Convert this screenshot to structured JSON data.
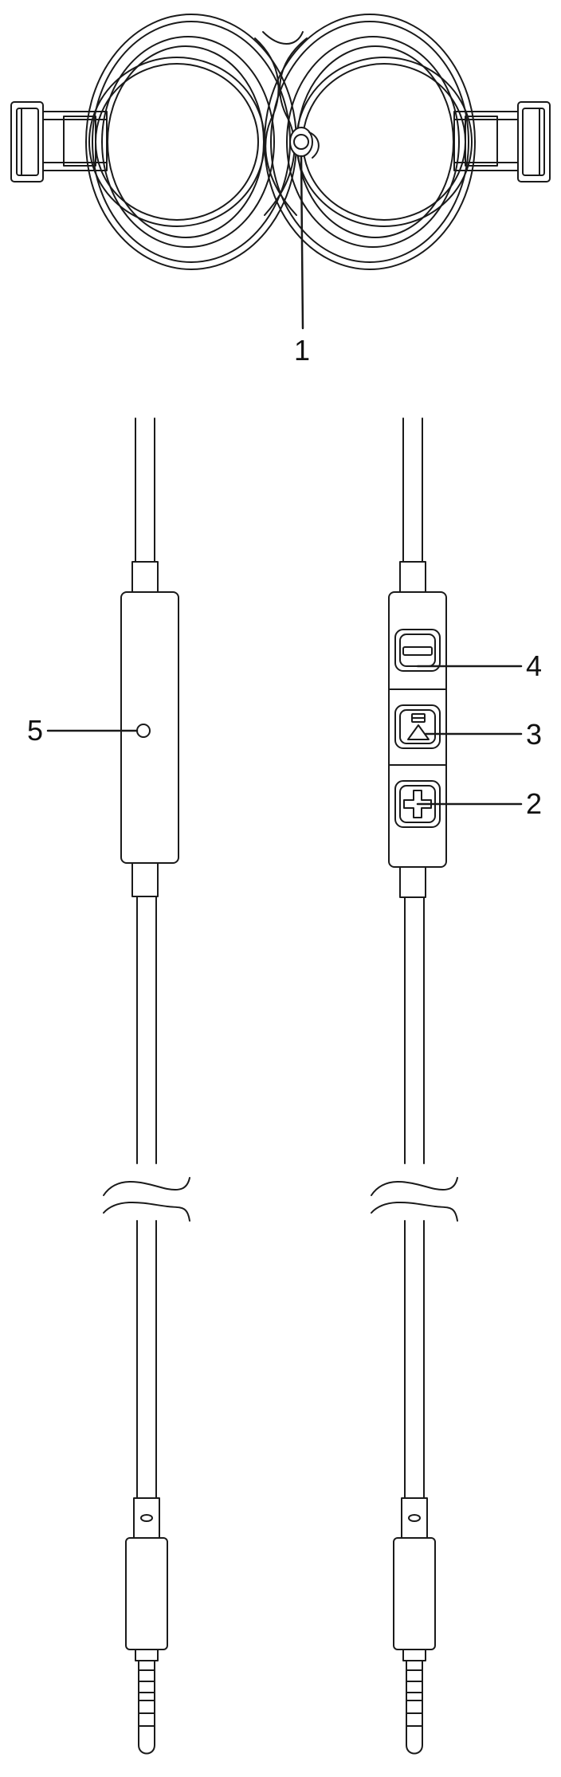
{
  "callouts": {
    "c1": "1",
    "c2": "2",
    "c3": "3",
    "c4": "4",
    "c5": "5"
  },
  "colors": {
    "line": "#1a1a1a",
    "background": "#ffffff"
  },
  "icons": {
    "volume_down": "minus-icon",
    "play_eject": "play-pause-icon",
    "volume_up": "plus-icon",
    "microphone": "microphone-hole-icon",
    "headset_mic": "headset-microphone-icon"
  }
}
